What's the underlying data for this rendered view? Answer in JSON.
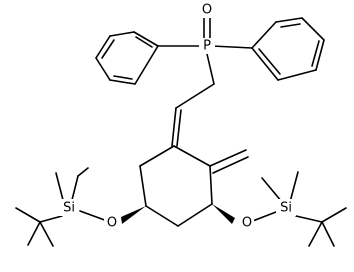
{
  "diagram": {
    "type": "skeletal-structure",
    "atom_labels": {
      "phosphorus": "P",
      "phosphoryl_oxygen": "O",
      "left_ether_oxygen": "O",
      "right_ether_oxygen": "O",
      "left_silicon": "Si",
      "right_silicon": "Si"
    }
  }
}
